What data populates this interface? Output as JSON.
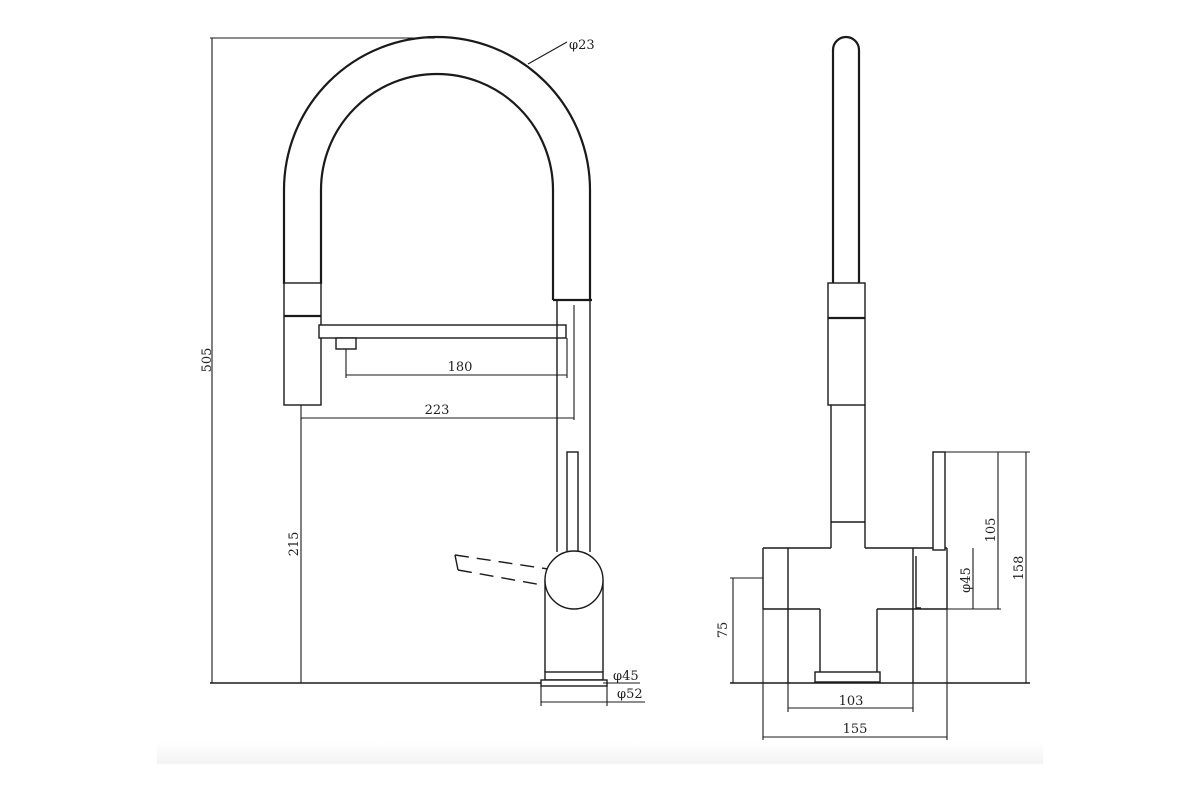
{
  "drawing": {
    "side_view": {
      "hose_diameter": "φ23",
      "total_height": "505",
      "spout_reach": "180",
      "hose_reach": "223",
      "base_height": "215",
      "base_inner_diameter": "φ45",
      "base_outer_diameter": "φ52"
    },
    "front_view": {
      "body_height": "75",
      "base_width": "103",
      "total_width": "155",
      "handle_height": "105",
      "side_height": "158",
      "handle_diameter": "φ45"
    }
  }
}
